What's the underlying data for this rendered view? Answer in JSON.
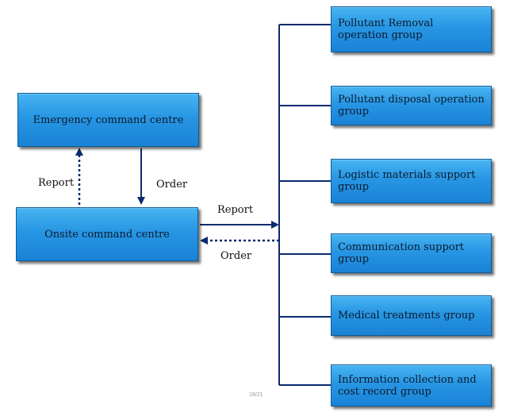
{
  "emergency_centre": "Emergency command centre",
  "onsite_centre": "Onsite command centre",
  "left_report": "Report",
  "left_order": "Order",
  "right_report": "Report",
  "right_order": "Order",
  "groups": [
    "Pollutant Removal operation group",
    "Pollutant disposal operation group",
    "Logistic materials support group",
    "Communication support group",
    "Medical treatments group",
    "Information collection and cost record group"
  ],
  "page_number": "18/21",
  "colors": {
    "box_fill": "#2796e3",
    "line": "#0b2a6e"
  }
}
